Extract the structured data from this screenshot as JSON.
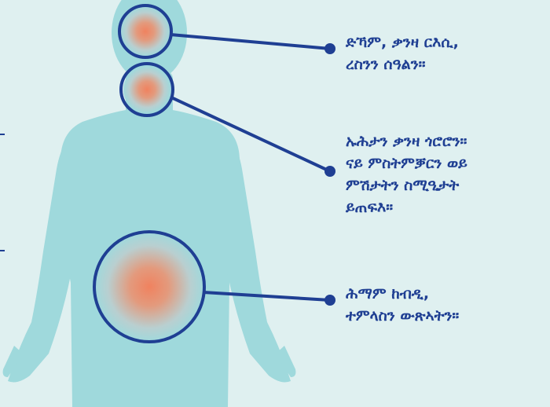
{
  "colors": {
    "background": "#dff0f0",
    "body_fill": "#9fd9dc",
    "accent_blue": "#1f3f93",
    "pain_center": "#f0825f"
  },
  "callouts": [
    {
      "region": "head",
      "lines": [
        "ድኻም, ቃንዛ ርእሲ,",
        "ረስንን ሰዓልን።"
      ]
    },
    {
      "region": "throat",
      "lines": [
        "ኡሕታን ቃንዛ ጎሮሮን።",
        "ናይ ምስትምቓርን ወይ",
        "ምሽታትን ስሚዒታት",
        "ይጠፍእ።"
      ]
    },
    {
      "region": "stomach",
      "lines": [
        "ሕማም ከብዲ,",
        "ተምላስን ውጽኣትን።"
      ]
    }
  ]
}
